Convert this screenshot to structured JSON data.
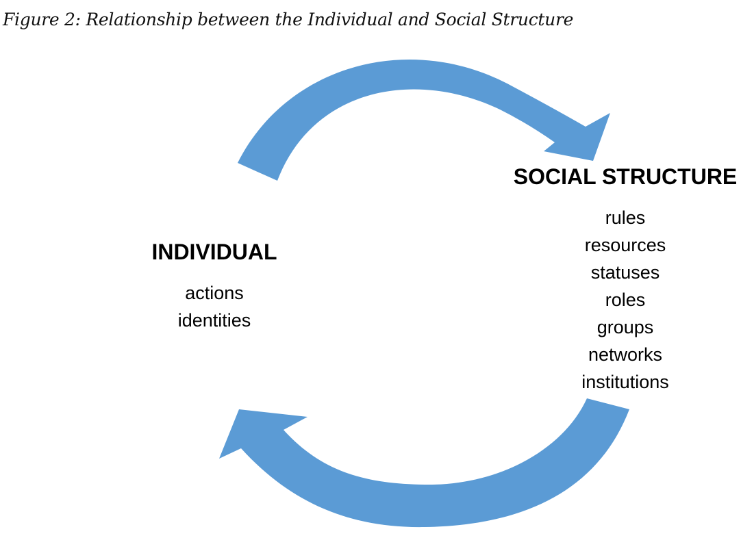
{
  "figure": {
    "caption": "Figure 2: Relationship between the Individual and Social Structure",
    "arrow_color": "#5b9bd5"
  },
  "individual": {
    "title": "INDIVIDUAL",
    "items": [
      "actions",
      "identities"
    ]
  },
  "social_structure": {
    "title": "SOCIAL STRUCTURE",
    "items": [
      "rules",
      "resources",
      "statuses",
      "roles",
      "groups",
      "networks",
      "institutions"
    ]
  }
}
